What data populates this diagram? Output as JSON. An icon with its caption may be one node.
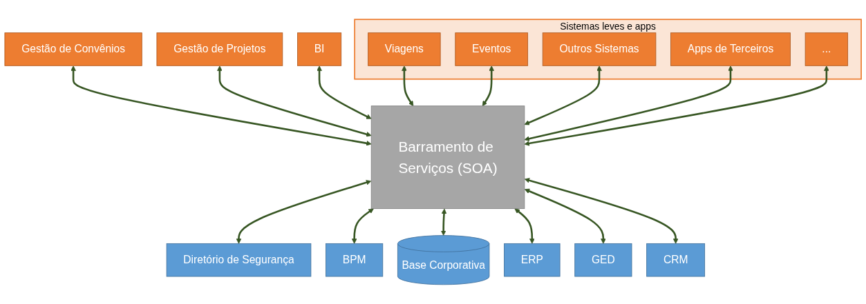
{
  "diagram": {
    "nodes": [
      {
        "text": [
          "Gestão de Convênios"
        ]
      },
      {
        "text": [
          "Gestão de Projetos"
        ]
      },
      {
        "text": [
          "BI"
        ]
      },
      {
        "text": [
          "Sistemas leves e apps"
        ]
      },
      {
        "text": [
          "Viagens"
        ],
        "in": 3
      },
      {
        "text": [
          "Eventos"
        ],
        "in": 3
      },
      {
        "text": [
          "Outros Sistemas"
        ],
        "in": 3
      },
      {
        "text": [
          "Apps de Terceiros"
        ],
        "in": 3
      },
      {
        "text": [
          "..."
        ],
        "in": 3
      },
      {
        "text": [
          "Barramento de Serviços (SOA)"
        ]
      },
      {
        "text": [
          "Diretório de Segurança"
        ]
      },
      {
        "text": [
          "BPM"
        ]
      },
      {
        "text": [
          "Base Corporativa"
        ]
      },
      {
        "text": [
          "ERP"
        ]
      },
      {
        "text": [
          "GED"
        ]
      },
      {
        "text": [
          "CRM"
        ]
      }
    ],
    "edges": [
      {
        "from": 0,
        "to": 9,
        "arrow": "both"
      },
      {
        "from": 1,
        "to": 9,
        "arrow": "both"
      },
      {
        "from": 2,
        "to": 9,
        "arrow": "both"
      },
      {
        "from": 4,
        "to": 9,
        "arrow": "both"
      },
      {
        "from": 5,
        "to": 9,
        "arrow": "both"
      },
      {
        "from": 6,
        "to": 9,
        "arrow": "both"
      },
      {
        "from": 7,
        "to": 9,
        "arrow": "both"
      },
      {
        "from": 8,
        "to": 9,
        "arrow": "both"
      },
      {
        "from": 9,
        "to": 10,
        "arrow": "both"
      },
      {
        "from": 9,
        "to": 11,
        "arrow": "both"
      },
      {
        "from": 9,
        "to": 12,
        "arrow": "both"
      },
      {
        "from": 9,
        "to": 13,
        "arrow": "both"
      },
      {
        "from": 9,
        "to": 14,
        "arrow": "both"
      },
      {
        "from": 9,
        "to": 15,
        "arrow": "both"
      }
    ]
  }
}
